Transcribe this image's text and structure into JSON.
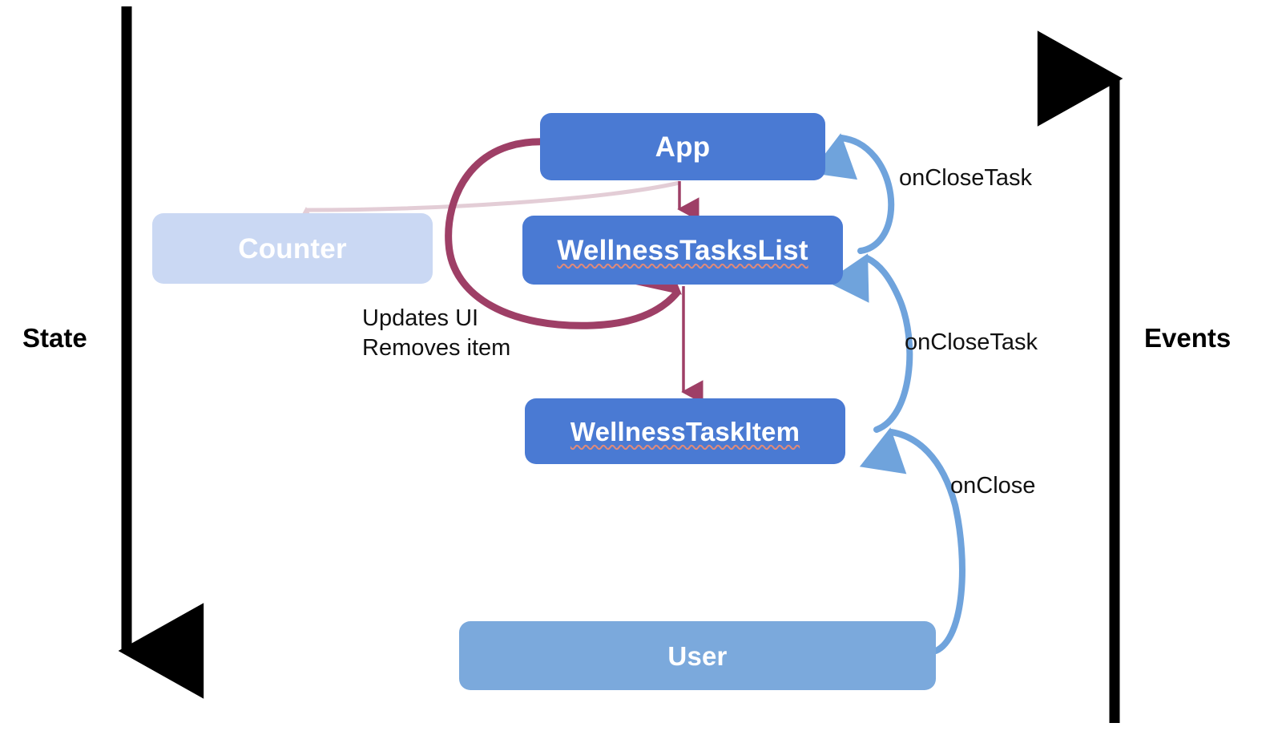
{
  "diagram": {
    "title": "React state-down / events-up data flow",
    "background": "#ffffff",
    "axes": {
      "left": {
        "caption": "State",
        "direction": "down",
        "color": "#000000"
      },
      "right": {
        "caption": "Events",
        "direction": "up",
        "color": "#000000"
      }
    },
    "colors": {
      "node_primary": "#4a7ad3",
      "node_faded": "#cad8f3",
      "node_user": "#7ba9dc",
      "event_arrow": "#6fa3dc",
      "state_arrow": "#9e3f66",
      "state_arrow_faded": "#e3cdd6",
      "spellcheck_underline": "#e08a7a",
      "text_on_node": "#ffffff",
      "label_text": "#111111"
    },
    "nodes": [
      {
        "id": "app",
        "label": "App",
        "style": "primary",
        "spellchecked": false
      },
      {
        "id": "list",
        "label": "WellnessTasksList",
        "style": "primary",
        "spellchecked": true
      },
      {
        "id": "item",
        "label": "WellnessTaskItem",
        "style": "primary",
        "spellchecked": true
      },
      {
        "id": "counter",
        "label": "Counter",
        "style": "faded",
        "spellchecked": false
      },
      {
        "id": "user",
        "label": "User",
        "style": "user",
        "spellchecked": false
      }
    ],
    "edges": [
      {
        "id": "app-to-list",
        "label": "",
        "from": "App",
        "to": "WellnessTasksList",
        "kind": "state",
        "style": "thin-maroon"
      },
      {
        "id": "list-to-item",
        "label": "",
        "from": "WellnessTasksList",
        "to": "WellnessTaskItem",
        "kind": "state",
        "style": "thin-maroon"
      },
      {
        "id": "app-to-counter",
        "label": "",
        "from": "App",
        "to": "Counter",
        "kind": "state",
        "style": "faded-pink"
      },
      {
        "id": "app-loop-list",
        "label": "Updates UI\nRemoves item",
        "from": "App",
        "to": "WellnessTasksList",
        "kind": "state",
        "style": "thick-maroon-arc"
      },
      {
        "id": "list-to-app",
        "label": "onCloseTask",
        "from": "WellnessTasksList",
        "to": "App",
        "kind": "event",
        "style": "blue-arc"
      },
      {
        "id": "item-to-list",
        "label": "onCloseTask",
        "from": "WellnessTaskItem",
        "to": "WellnessTasksList",
        "kind": "event",
        "style": "blue-arc"
      },
      {
        "id": "user-to-item",
        "label": "onClose",
        "from": "User",
        "to": "WellnessTaskItem",
        "kind": "event",
        "style": "blue-arc"
      }
    ],
    "edge_labels": {
      "onclosetask_1": "onCloseTask",
      "onclosetask_2": "onCloseTask",
      "onclose": "onClose",
      "updates_line1": "Updates UI",
      "updates_line2": "Removes item"
    }
  }
}
